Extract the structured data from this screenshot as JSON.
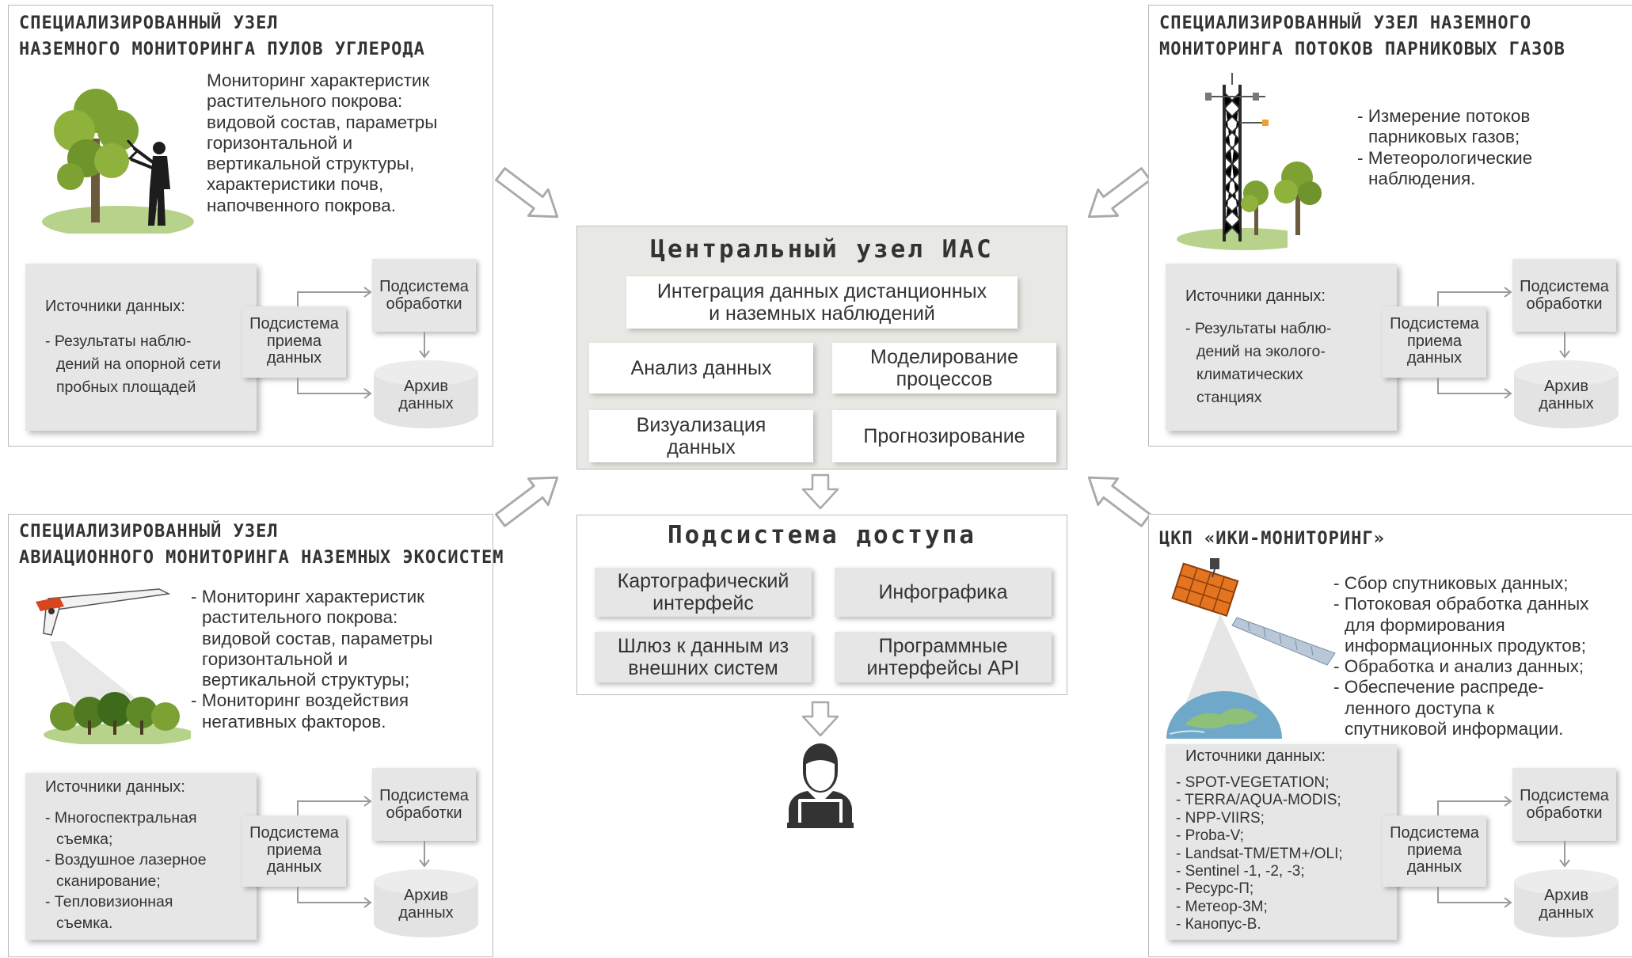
{
  "colors": {
    "panel_border": "#b9b9b9",
    "box_fill": "#e6e6e6",
    "center_fill": "#e8e9e4",
    "text": "#333333",
    "tree_green": "#7da233",
    "grass_green": "#b7d28a"
  },
  "carbon_node": {
    "title": [
      "Специализированный узел",
      "наземного мониторинга пулов углерода"
    ],
    "description": [
      "Мониторинг характеристик",
      "растительного покрова:",
      "видовой состав, параметры",
      "горизонтальной и",
      "вертикальной структуры,",
      "характеристики почв,",
      "напочвенного покрова."
    ],
    "sources_title": "Источники данных:",
    "sources": [
      "- Результаты наблю-",
      "дений на опорной сети",
      "пробных площадей"
    ],
    "reception": [
      "Подсистема",
      "приема",
      "данных"
    ],
    "processing": [
      "Подсистема",
      "обработки"
    ],
    "archive": [
      "Архив",
      "данных"
    ]
  },
  "ghg_node": {
    "title": [
      "Специализированный узел наземного",
      "мониторинга потоков парниковых газов"
    ],
    "description": [
      "- Измерение потоков",
      "парниковых газов;",
      "- Метеорологические",
      "наблюдения."
    ],
    "sources_title": "Источники данных:",
    "sources": [
      "- Результаты наблю-",
      "дений на эколого-",
      "климатических",
      "станциях"
    ],
    "reception": [
      "Подсистема",
      "приема",
      "данных"
    ],
    "processing": [
      "Подсистема",
      "обработки"
    ],
    "archive": [
      "Архив",
      "данных"
    ]
  },
  "aviation_node": {
    "title": [
      "Специализированный узел",
      "авиационного мониторинга наземных экосистем"
    ],
    "description": [
      "- Мониторинг характеристик",
      "растительного покрова:",
      "видовой состав, параметры",
      "горизонтальной и",
      "вертикальной структуры;",
      "- Мониторинг воздействия",
      "негативных факторов."
    ],
    "sources_title": "Источники данных:",
    "sources": [
      "- Многоспектральная",
      "съемка;",
      "- Воздушное лазерное",
      "сканирование;",
      "- Тепловизионная",
      "съемка."
    ],
    "reception": [
      "Подсистема",
      "приема",
      "данных"
    ],
    "processing": [
      "Подсистема",
      "обработки"
    ],
    "archive": [
      "Архив",
      "данных"
    ]
  },
  "iki_node": {
    "title": [
      "ЦКП «ИКИ-Мониторинг»"
    ],
    "description": [
      "- Сбор спутниковых данных;",
      "- Потоковая обработка данных",
      "для формирования",
      "информационных продуктов;",
      "- Обработка и анализ данных;",
      "- Обеспечение распреде-",
      "ленного доступа к",
      "спутниковой информации."
    ],
    "sources_title": "Источники данных:",
    "sources": [
      "- SPOT-VEGETATION;",
      "- TERRA/AQUA-MODIS;",
      "- NPP-VIIRS;",
      "- Proba-V;",
      "- Landsat-TM/ETM+/OLI;",
      "- Sentinel -1, -2, -3;",
      "- Ресурс-П;",
      "- Метеор-3М;",
      "- Канопус-В."
    ],
    "reception": [
      "Подсистема",
      "приема",
      "данных"
    ],
    "processing": [
      "Подсистема",
      "обработки"
    ],
    "archive": [
      "Архив",
      "данных"
    ]
  },
  "central_node": {
    "title": "Центральный узел ИАС",
    "integration": [
      "Интеграция данных дистанционных",
      "и наземных наблюдений"
    ],
    "analysis": [
      "Анализ данных"
    ],
    "modeling": [
      "Моделирование",
      "процессов"
    ],
    "visualization": [
      "Визуализация",
      "данных"
    ],
    "forecasting": [
      "Прогнозирование"
    ]
  },
  "access_subsystem": {
    "title": "Подсистема доступа",
    "cartographic": [
      "Картографический",
      "интерфейс"
    ],
    "infographics": [
      "Инфографика"
    ],
    "gateway": [
      "Шлюз к данным из",
      "внешних систем"
    ],
    "api": [
      "Программные",
      "интерфейсы API"
    ]
  },
  "icons": [
    "tree-icon",
    "surveyor-icon",
    "flux-tower-icon",
    "trees-icon",
    "drone-icon",
    "forest-icon",
    "satellite-icon",
    "earth-icon",
    "user-laptop-icon",
    "arrow-icon",
    "database-icon"
  ]
}
